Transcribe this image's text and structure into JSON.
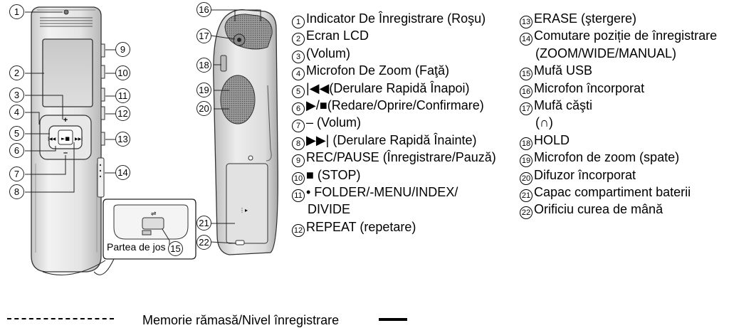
{
  "callouts": [
    "1",
    "2",
    "3",
    "4",
    "5",
    "6",
    "7",
    "8",
    "9",
    "10",
    "11",
    "12",
    "13",
    "14",
    "15",
    "16",
    "17",
    "18",
    "19",
    "20",
    "21",
    "22"
  ],
  "device_labels": {
    "plus": "+",
    "minus": "–",
    "play_stop": "►■",
    "rew": "|◀◀",
    "ff": "▶▶|",
    "bottom_view": "Partea de jos"
  },
  "legend": [
    {
      "num": "1",
      "text": "Indicator De Înregistrare (Roşu)"
    },
    {
      "num": "2",
      "text": "Ecran LCD"
    },
    {
      "num": "3",
      "text": "(Volum)"
    },
    {
      "num": "4",
      "text": "Microfon De Zoom (Faţă)"
    },
    {
      "num": "5",
      "text": "|◀◀(Derulare Rapidă Înapoi)"
    },
    {
      "num": "6",
      "text": "▶/■(Redare/Oprire/Confirmare)"
    },
    {
      "num": "7",
      "text": "– (Volum)"
    },
    {
      "num": "8",
      "text": "▶▶| (Derulare Rapidă Înainte)"
    },
    {
      "num": "9",
      "text": "REC/PAUSE (Înregistrare/Pauză)"
    },
    {
      "num": "10",
      "text": "■ (STOP)"
    },
    {
      "num": "11",
      "text": "• FOLDER/-MENU/INDEX/",
      "cont": "DIVIDE"
    },
    {
      "num": "12",
      "text": "REPEAT (repetare)"
    },
    {
      "num": "13",
      "text": "ERASE (ştergere)"
    },
    {
      "num": "14",
      "text": "Comutare poziție de înregistrare",
      "cont": "(ZOOM/WIDE/MANUAL)"
    },
    {
      "num": "15",
      "text": "Mufă USB"
    },
    {
      "num": "16",
      "text": "Microfon încorporat"
    },
    {
      "num": "17",
      "text": "Mufă căşti",
      "cont": "(∩)"
    },
    {
      "num": "18",
      "text": "HOLD"
    },
    {
      "num": "19",
      "text": "Microfon de zoom (spate)"
    },
    {
      "num": "20",
      "text": "Difuzor încorporat"
    },
    {
      "num": "21",
      "text": "Capac compartiment baterii"
    },
    {
      "num": "22",
      "text": "Orificiu curea de mână"
    }
  ],
  "bottom_text": "Memorie rămasă/Nivel înregistrare"
}
